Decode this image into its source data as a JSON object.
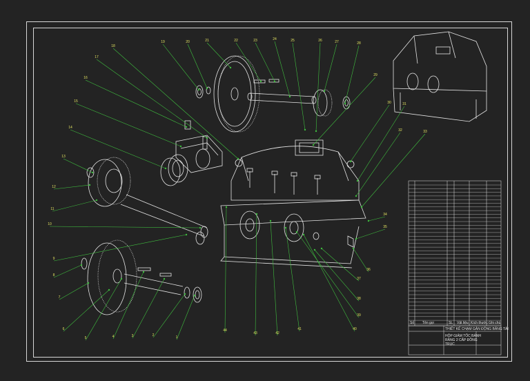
{
  "drawing": {
    "part_numbers": [
      "1",
      "2",
      "3",
      "4",
      "5",
      "6",
      "7",
      "8",
      "9",
      "10",
      "11",
      "12",
      "13",
      "14",
      "15",
      "16",
      "17",
      "18",
      "19",
      "20",
      "21",
      "22",
      "23",
      "24",
      "25",
      "26",
      "27",
      "28",
      "29",
      "30",
      "31",
      "32",
      "33",
      "34",
      "35",
      "36",
      "37",
      "38",
      "39",
      "40",
      "41",
      "42",
      "43",
      "44"
    ]
  },
  "title_block": {
    "school_line": "THIẾT KẾ CHẠM GẢN ĐỘNG BĂNG TẢI",
    "title_line1": "HỘP GIẢM TỐC BÁNH",
    "title_line2": "RĂNG 2 CẤP ĐỒNG",
    "title_line3": "TRỤC",
    "footer_labels": [
      "Số",
      "Tên gọi",
      "SL",
      "Vật liệu",
      "Kích thước",
      "Ghi chú"
    ]
  },
  "colors": {
    "background": "#232323",
    "lines": "#e6e6e6",
    "leaders": "#3fbf3f",
    "labels": "#e0e060"
  }
}
